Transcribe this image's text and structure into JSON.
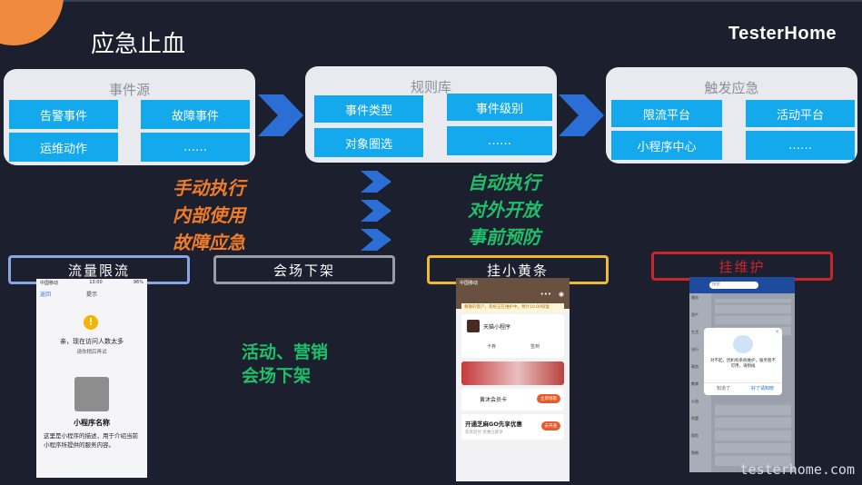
{
  "slide": {
    "title": "应急止血",
    "brand": "TesterHome",
    "watermark": "testerhome.com"
  },
  "panels": {
    "source": {
      "title": "事件源",
      "items": [
        "告警事件",
        "故障事件",
        "运维动作",
        "……"
      ]
    },
    "rules": {
      "title": "规则库",
      "items": [
        "事件类型",
        "事件级别",
        "对象圈选",
        "……"
      ]
    },
    "trigger": {
      "title": "触发应急",
      "items": [
        "限流平台",
        "活动平台",
        "小程序中心",
        "……"
      ]
    }
  },
  "annotations": {
    "manual": [
      "手动执行",
      "内部使用",
      "故障应急"
    ],
    "auto": [
      "自动执行",
      "对外开放",
      "事前预防"
    ],
    "activity": [
      "活动、营销",
      "会场下架"
    ]
  },
  "tags": [
    {
      "label": "流量限流",
      "color": "#8aa6e0"
    },
    {
      "label": "会场下架",
      "color": "#9a9ca6"
    },
    {
      "label": "挂小黄条",
      "color": "#f0b92e"
    },
    {
      "label": "挂维护",
      "color": "#c8262a"
    }
  ],
  "phone1": {
    "status_left": "中国移动",
    "status_time": "13:00",
    "status_right": "96%",
    "back": "返回",
    "header": "提示",
    "msg1": "亲，现在访问人数太多",
    "msg2": "请你稍后再试",
    "app_name": "小程序名称",
    "desc": "这里是小程序的描述，用于介绍当前小程序所提供的服务内容。"
  },
  "phone2": {
    "status": "中国移动",
    "notice": "尊敬的客户，系统正在维护中，预计10:00恢复",
    "app": "天猫小程序",
    "btn1": "卡券",
    "btn2": "签到",
    "card1": "黄沐会员卡",
    "card1_btn": "立即领取",
    "promo": "开通芝麻GO先享优惠",
    "promo_sub": "先享后付 优惠立即享",
    "promo_btn": "去开通"
  },
  "phone3": {
    "search": "搜索",
    "popup_text": "对不起，因机构系统维护，服务暂不可用，请稍候",
    "btn_cancel": "知道了",
    "btn_ok": "好了请知晓",
    "side_items": [
      "服务",
      "资产",
      "生活",
      "出行",
      "政务",
      "教育",
      "公益",
      "财富",
      "保险",
      "购物"
    ]
  },
  "colors": {
    "background": "#1b1f2e",
    "cell_blue": "#14a8ec",
    "chevron_blue": "#2b6fd6",
    "orange": "#f07c2a",
    "green": "#1fc06a"
  }
}
